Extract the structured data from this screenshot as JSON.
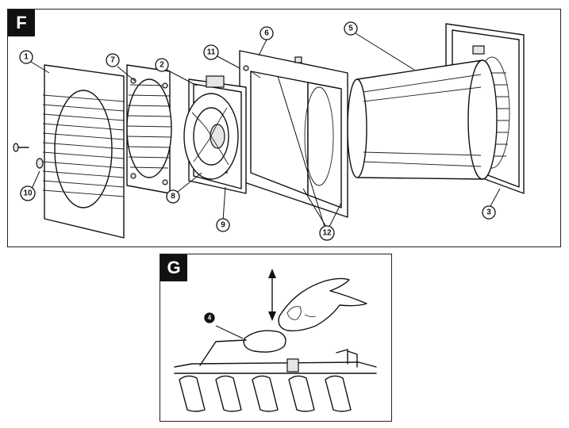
{
  "panels": {
    "f": {
      "label": "F",
      "callouts": [
        {
          "id": "c1",
          "text": "1"
        },
        {
          "id": "c2",
          "text": "2"
        },
        {
          "id": "c3",
          "text": "3"
        },
        {
          "id": "c5",
          "text": "5"
        },
        {
          "id": "c6",
          "text": "6"
        },
        {
          "id": "c7",
          "text": "7"
        },
        {
          "id": "c8",
          "text": "8"
        },
        {
          "id": "c9",
          "text": "9"
        },
        {
          "id": "c10",
          "text": "10"
        },
        {
          "id": "c11",
          "text": "11"
        },
        {
          "id": "c12",
          "text": "12"
        }
      ]
    },
    "g": {
      "label": "G",
      "callouts": [
        {
          "id": "c4",
          "text": "4"
        }
      ]
    }
  }
}
